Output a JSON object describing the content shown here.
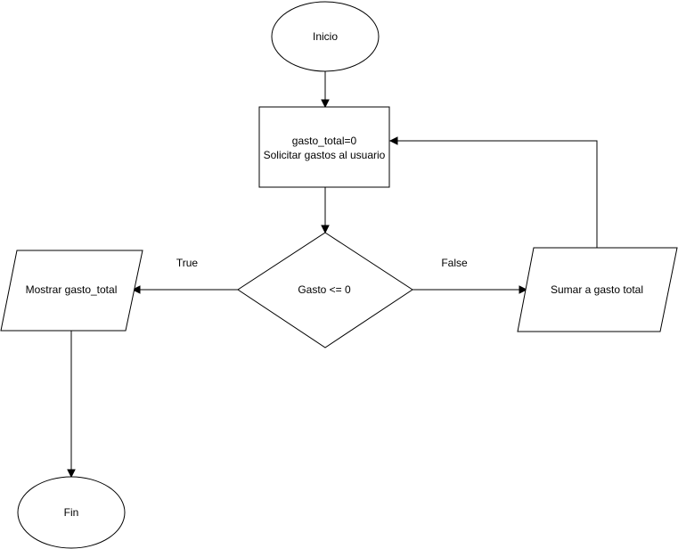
{
  "diagram": {
    "nodes": {
      "start": {
        "label": "Inicio",
        "shape": "ellipse"
      },
      "init": {
        "lines": [
          "gasto_total=0",
          "Solicitar gastos al usuario"
        ],
        "shape": "process"
      },
      "decision": {
        "label": "Gasto <= 0",
        "shape": "decision"
      },
      "show": {
        "label": "Mostrar gasto_total",
        "shape": "io"
      },
      "sum": {
        "label": "Sumar a gasto total",
        "shape": "io"
      },
      "end": {
        "label": "Fin",
        "shape": "ellipse"
      }
    },
    "edges": {
      "true_label": "True",
      "false_label": "False"
    }
  }
}
